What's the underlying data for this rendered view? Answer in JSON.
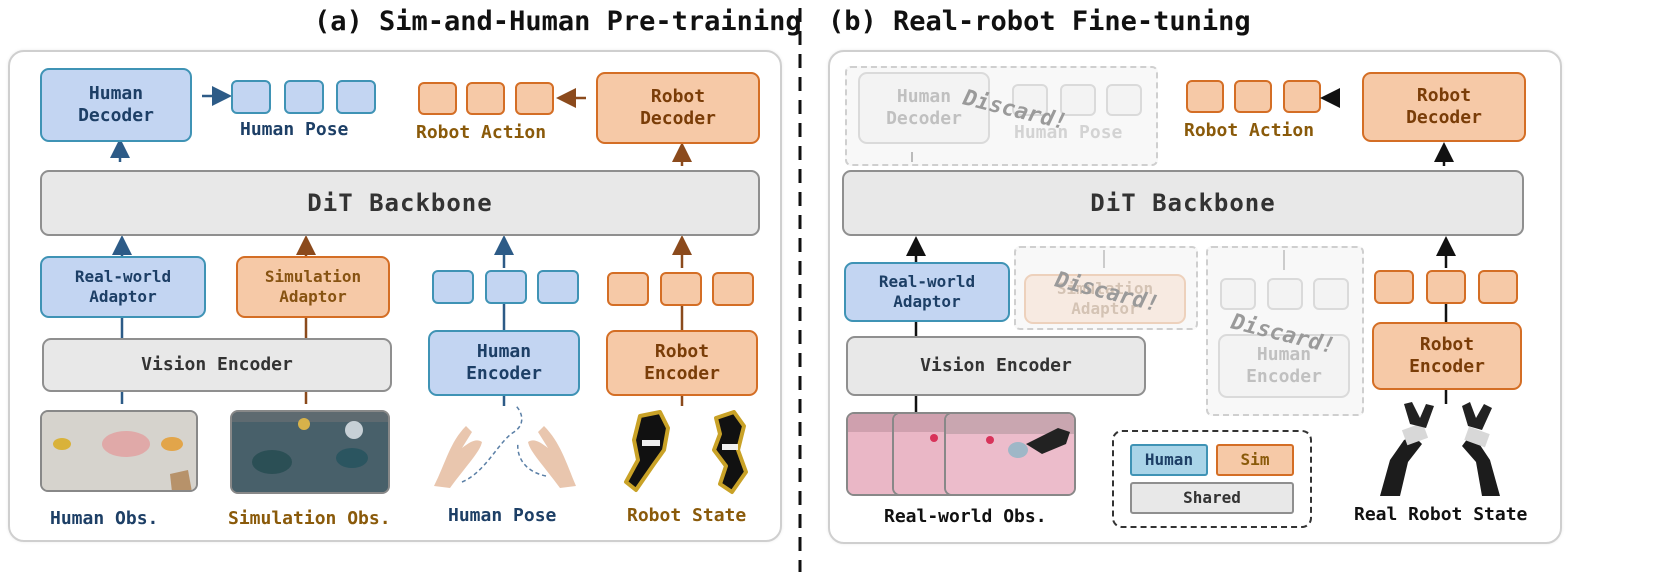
{
  "left": {
    "title": "(a) Sim-and-Human Pre-training",
    "human_decoder": "Human\nDecoder",
    "human_pose_out": "Human Pose",
    "robot_action_out": "Robot Action",
    "robot_decoder": "Robot\nDecoder",
    "backbone": "DiT Backbone",
    "real_adaptor": "Real-world\nAdaptor",
    "sim_adaptor": "Simulation\nAdaptor",
    "vision_encoder": "Vision Encoder",
    "human_encoder": "Human\nEncoder",
    "robot_encoder": "Robot\nEncoder",
    "human_obs": "Human Obs.",
    "sim_obs": "Simulation Obs.",
    "human_pose_in": "Human Pose",
    "robot_state": "Robot State"
  },
  "right": {
    "title": "(b) Real-robot Fine-tuning",
    "ghost_human_decoder": "Human\nDecoder",
    "ghost_human_pose": "Human Pose",
    "discard_1": "Discard!",
    "robot_action_out": "Robot Action",
    "robot_decoder": "Robot\nDecoder",
    "backbone": "DiT Backbone",
    "real_adaptor": "Real-world\nAdaptor",
    "ghost_sim_adaptor": "Simulation\nAdaptor",
    "discard_2": "Discard!",
    "ghost_human_encoder": "Human\nEncoder",
    "discard_3": "Discard!",
    "vision_encoder": "Vision Encoder",
    "robot_encoder": "Robot\nEncoder",
    "real_obs": "Real-world Obs.",
    "real_robot_state": "Real Robot State",
    "legend": {
      "human": "Human",
      "sim": "Sim",
      "shared": "Shared"
    }
  },
  "colors": {
    "blue_fill": "#c3d5f2",
    "blue_border": "#3f93b5",
    "orange_fill": "#f6c9a7",
    "orange_border": "#d46e25",
    "gray_fill": "#e8e8e8",
    "gray_border": "#8f8f8f"
  }
}
